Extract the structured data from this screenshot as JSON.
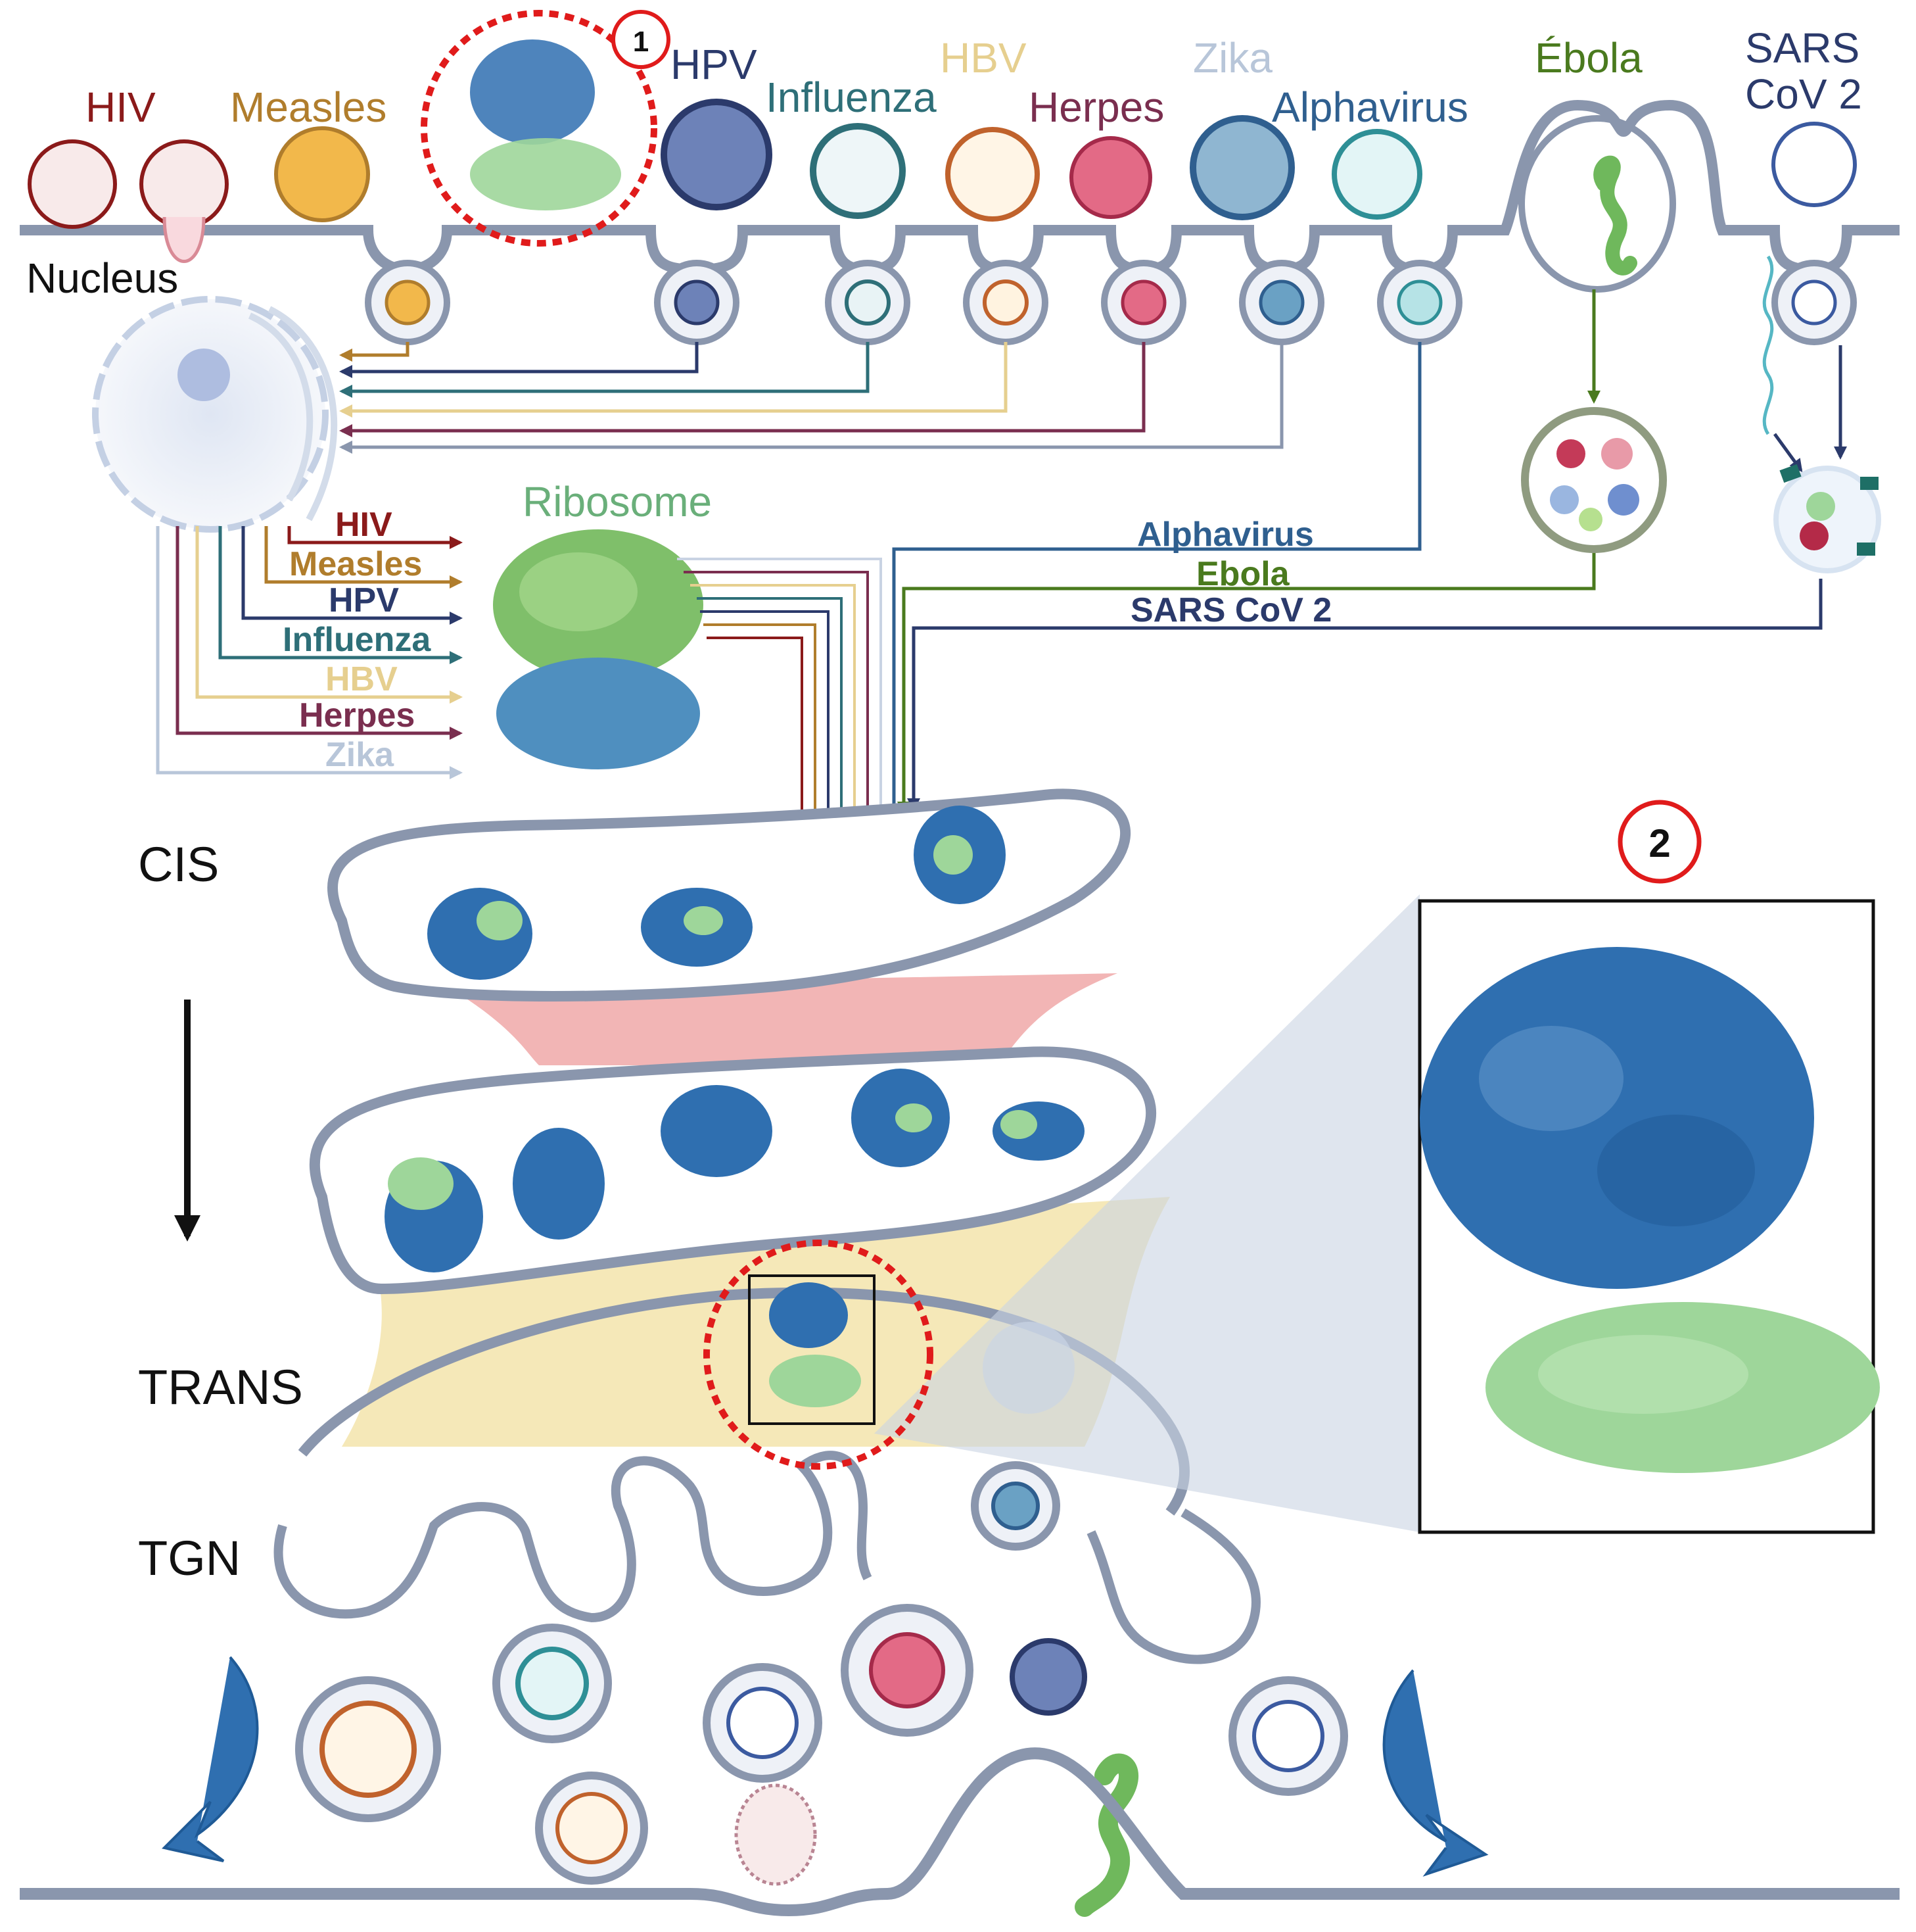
{
  "viruses": {
    "hiv": "HIV",
    "measles": "Measles",
    "hpv": "HPV",
    "influenza": "Influenza",
    "hbv": "HBV",
    "herpes": "Herpes",
    "zika": "Zika",
    "alphavirus": "Alphavirus",
    "ebola": "Ébola",
    "sars_line1": "SARS",
    "sars_line2": "CoV 2"
  },
  "labels": {
    "nucleus": "Nucleus",
    "ribosome": "Ribosome",
    "cis": "CIS",
    "trans": "TRANS",
    "tgn": "TGN",
    "badge1": "1",
    "badge2": "2"
  },
  "legend_left": [
    {
      "text": "HIV",
      "color": "#8b1a1a"
    },
    {
      "text": "Measles",
      "color": "#b07d2c"
    },
    {
      "text": "HPV",
      "color": "#2b3a6b"
    },
    {
      "text": "Influenza",
      "color": "#2e6f78"
    },
    {
      "text": "HBV",
      "color": "#e6cf8f"
    },
    {
      "text": "Herpes",
      "color": "#7a2e4f"
    },
    {
      "text": "Zika",
      "color": "#b8c6d9"
    }
  ],
  "legend_right": [
    {
      "text": "Alphavirus",
      "color": "#2f5f8f"
    },
    {
      "text": "Ebola",
      "color": "#4a7a1e"
    },
    {
      "text": "SARS CoV 2",
      "color": "#2b3a6b"
    }
  ],
  "colors": {
    "membrane": "#c9d3e3",
    "membrane_edge": "#8a96ad",
    "golgi_fill": "#eef1f7",
    "pink_bridge": "#f0a8a8",
    "yellow_bridge": "#f3e2a6",
    "protein_blue": "#2f6fb0",
    "protein_green": "#9ed69a",
    "badge_red": "#e01b1b"
  }
}
